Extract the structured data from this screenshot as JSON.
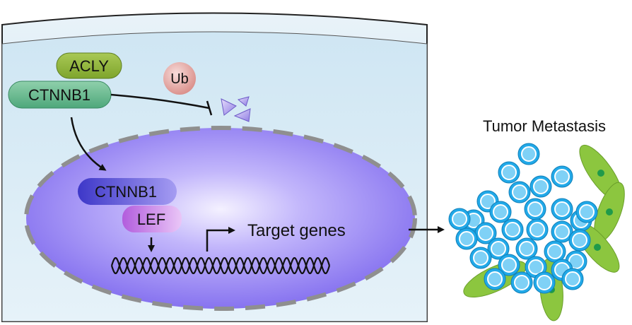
{
  "labels": {
    "acly": "ACLY",
    "ctnnb1_cyto": "CTNNB1",
    "ub": "Ub",
    "ctnnb1_nuclear": "CTNNB1",
    "lef": "LEF",
    "target_genes": "Target genes",
    "tumor_metastasis": "Tumor Metastasis"
  },
  "colors": {
    "acly_fill": "#8fb53a",
    "ctnnb1_fill": "#5fb38a",
    "ub_fill": "#e8a9a5",
    "nucleus_fill": "#9e8cf5",
    "nuclear_ctnnb1_fill": "#5b52d9",
    "lef_fill": "#c97be8",
    "cell_fill": "#bcdcef",
    "tumor_cell": "#1fa8e6",
    "stromal_cell": "#8cc63f"
  },
  "icons": [
    "degradation-fragments-icon",
    "dna-helix-icon",
    "transcription-start-arrow-icon"
  ]
}
